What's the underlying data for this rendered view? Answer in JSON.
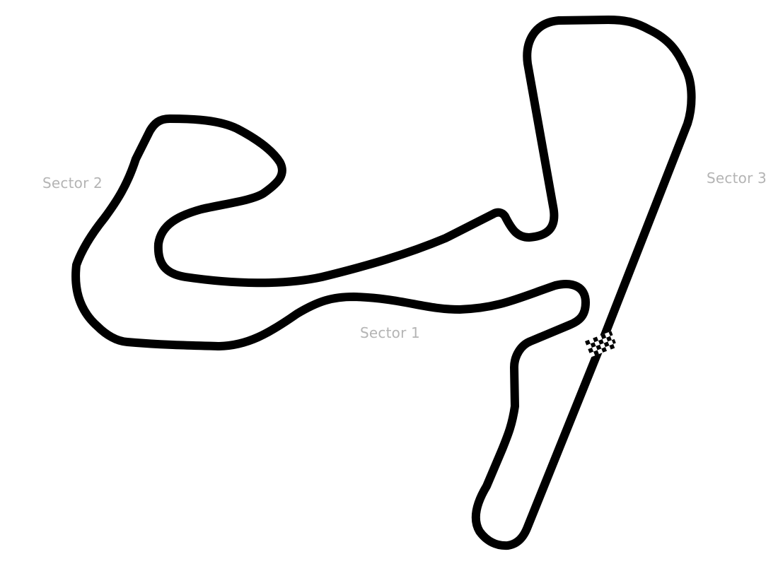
{
  "map": {
    "label_color": "#b4b4b4",
    "track_color": "#000000",
    "background": "#ffffff",
    "finish_marker": "checkered-flag-icon"
  },
  "sectors": [
    {
      "label": "Sector 1"
    },
    {
      "label": "Sector 2"
    },
    {
      "label": "Sector 3"
    }
  ]
}
